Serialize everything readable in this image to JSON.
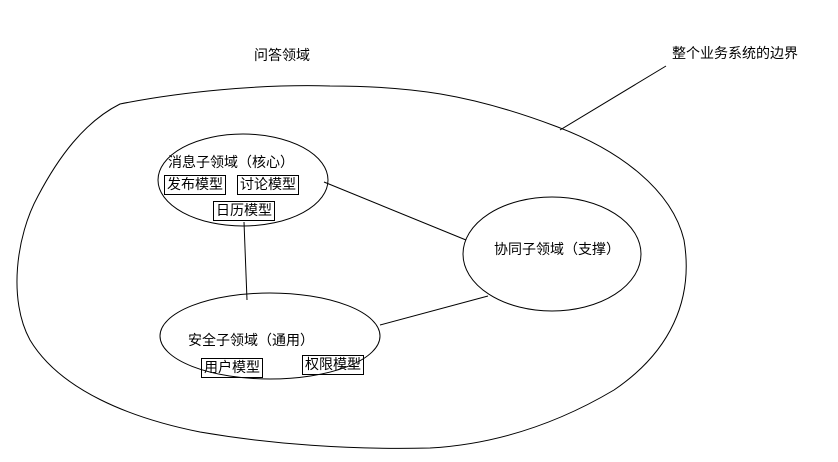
{
  "diagram": {
    "title": "问答领域",
    "boundary_label": "整个业务系统的边界",
    "domains": {
      "message": {
        "label": "消息子领域（核心）",
        "models": [
          "发布模型",
          "讨论模型",
          "日历模型"
        ]
      },
      "collab": {
        "label": "协同子领域（支撑）"
      },
      "security": {
        "label": "安全子领域（通用）",
        "models": [
          "用户模型",
          "权限模型"
        ]
      }
    }
  }
}
